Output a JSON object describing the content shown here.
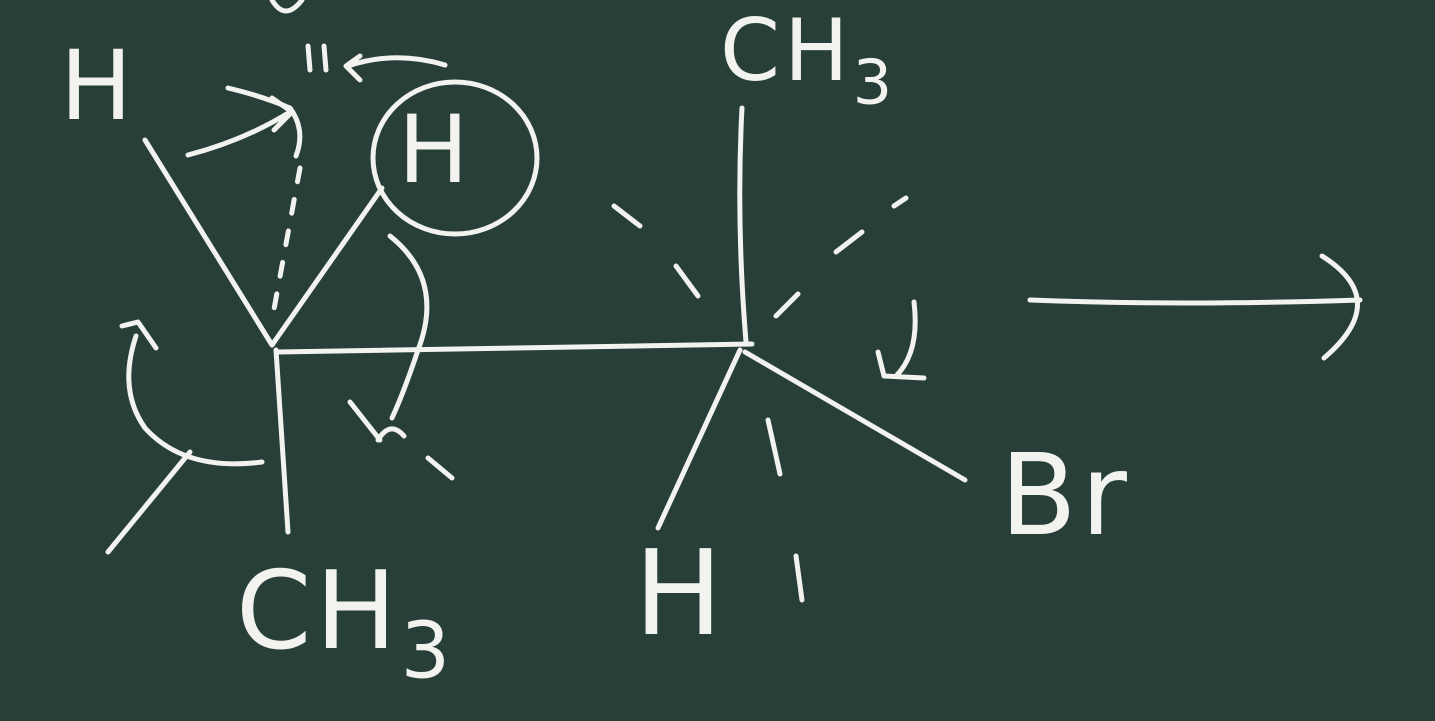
{
  "labels": {
    "front_top_left_h": "H",
    "front_top_right_h": "H",
    "front_bottom": "CH",
    "front_bottom_subscript": "3",
    "back_top": "CH",
    "back_top_subscript": "3",
    "back_bottom_left_h": "H",
    "back_bottom_right": "Br"
  },
  "colors": {
    "board": "#283e38",
    "chalk": "#f2f2ee"
  }
}
